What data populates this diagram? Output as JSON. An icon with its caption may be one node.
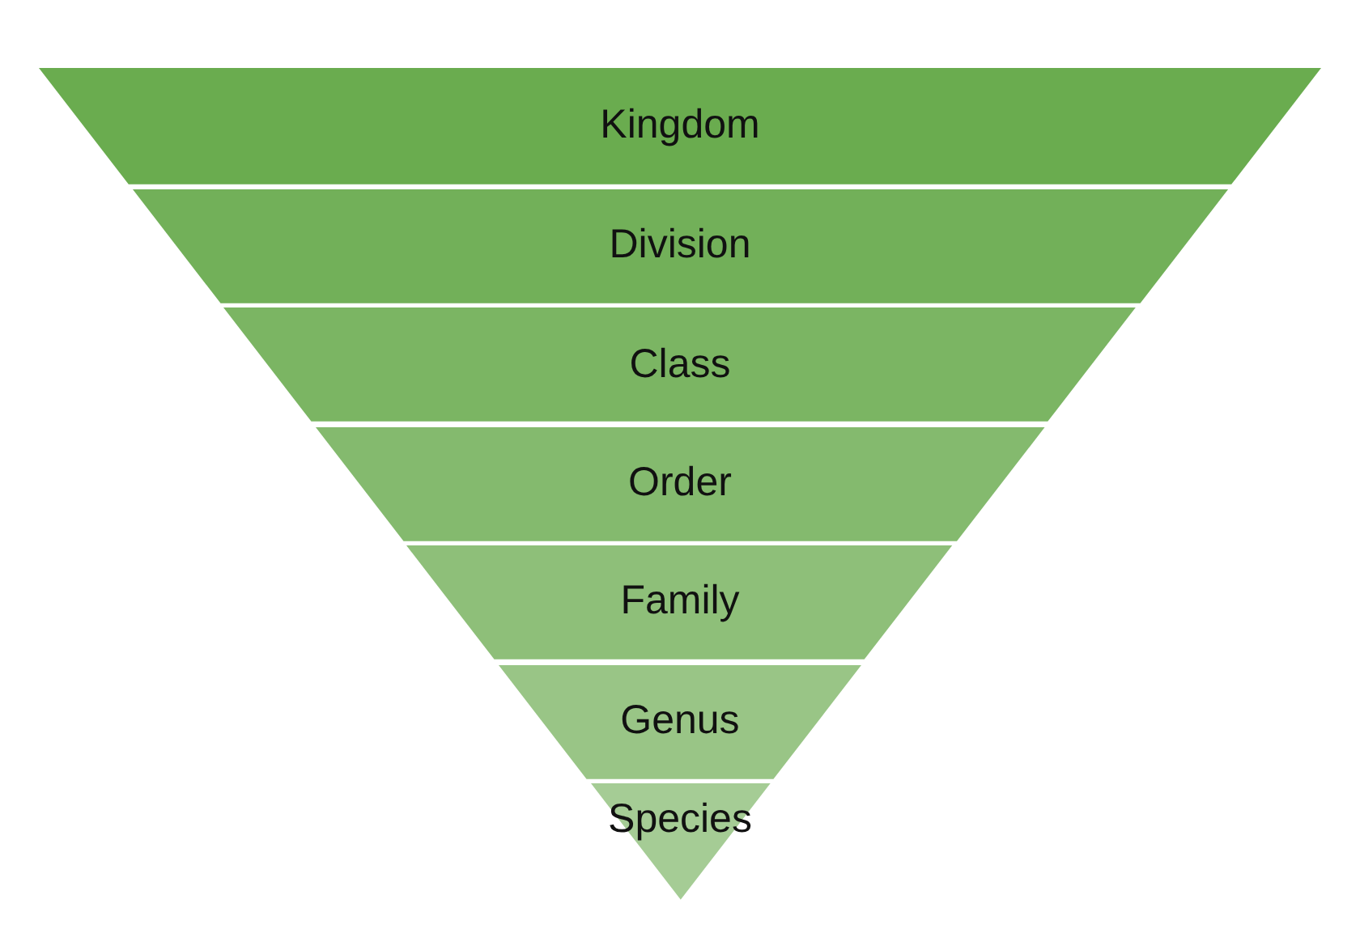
{
  "diagram": {
    "nodes": [
      {
        "text": [
          "Kingdom"
        ]
      },
      {
        "text": [
          "Division"
        ]
      },
      {
        "text": [
          "Class"
        ]
      },
      {
        "text": [
          "Order"
        ]
      },
      {
        "text": [
          "Family"
        ]
      },
      {
        "text": [
          "Genus"
        ]
      },
      {
        "text": [
          "Species"
        ]
      }
    ]
  }
}
